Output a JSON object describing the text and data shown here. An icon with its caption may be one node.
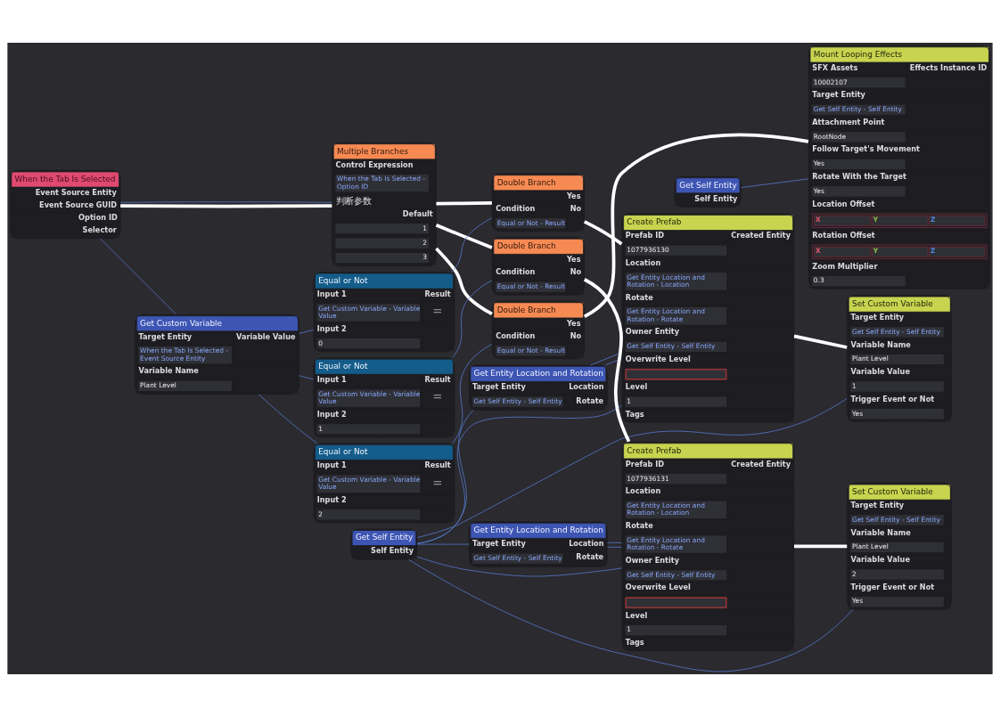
{
  "diagram": {
    "nodes": [
      {
        "text": [
          "When the Tab Is Selected",
          "Event Source Entity",
          "Event Source GUID",
          "Option ID",
          "Selector"
        ]
      },
      {
        "text": [
          "Multiple Branches",
          "Control Expression",
          "When the Tab Is Selected - Option ID",
          "判断参数",
          "Default",
          "1",
          "2",
          "3"
        ]
      },
      {
        "text": [
          "Double Branch",
          "Yes",
          "Condition",
          "No",
          "Equal or Not - Result"
        ]
      },
      {
        "text": [
          "Equal or Not",
          "Input 1",
          "Result",
          "Get Custom Variable - Variable Value",
          "=",
          "Input 2",
          "0"
        ]
      },
      {
        "text": [
          "Get Entity Location and Rotation",
          "Target Entity",
          "Location",
          "Get Self Entity - Self Entity",
          "Rotate"
        ]
      },
      {
        "text": [
          "Create Prefab",
          "Prefab ID",
          "Created Entity",
          "1077936130",
          "Location",
          "Get Entity Location and Rotation - Location",
          "Rotate",
          "Get Entity Location and Rotation - Rotate",
          "Owner Entity",
          "Get Self Entity - Self Entity",
          "Overwrite Level",
          "Level",
          "1",
          "Tags"
        ]
      },
      {
        "text": [
          "Get Self Entity",
          "Self Entity"
        ]
      },
      {
        "text": [
          "Set Custom Variable",
          "Target Entity",
          "Get Self Entity - Self Entity",
          "Variable Name",
          "Plant Level",
          "Variable Value",
          "1",
          "Trigger Event or Not",
          "Yes"
        ]
      },
      {
        "text": [
          "Get Custom Variable",
          "Target Entity",
          "Variable Value",
          "When the Tab Is Selected - Event Source Entity",
          "Variable Name",
          "Plant Level"
        ]
      },
      {
        "text": [
          "Double Branch",
          "Yes",
          "Condition",
          "No",
          "Equal or Not - Result"
        ]
      },
      {
        "text": [
          "Equal or Not",
          "Input 1",
          "Result",
          "Get Custom Variable - Variable Value",
          "=",
          "Input 2",
          "1"
        ]
      },
      {
        "text": [
          "Get Entity Location and Rotation",
          "Target Entity",
          "Location",
          "Get Self Entity - Self Entity",
          "Rotate"
        ]
      },
      {
        "text": [
          "Create Prefab",
          "Prefab ID",
          "Created Entity",
          "1077936131",
          "Location",
          "Get Entity Location and Rotation - Location",
          "Rotate",
          "Get Entity Location and Rotation - Rotate",
          "Owner Entity",
          "Get Self Entity - Self Entity",
          "Overwrite Level",
          "Level",
          "1",
          "Tags"
        ]
      },
      {
        "text": [
          "Set Custom Variable",
          "Target Entity",
          "Get Self Entity - Self Entity",
          "Variable Name",
          "Plant Level",
          "Variable Value",
          "2",
          "Trigger Event or Not",
          "Yes"
        ]
      },
      {
        "text": [
          "Double Branch",
          "Yes",
          "Condition",
          "No",
          "Equal or Not - Result"
        ]
      },
      {
        "text": [
          "Equal or Not",
          "Input 1",
          "Result",
          "Get Custom Variable - Variable Value",
          "=",
          "Input 2",
          "2"
        ]
      },
      {
        "text": [
          "Get Self Entity",
          "Self Entity"
        ]
      },
      {
        "text": [
          "Mount Looping Effects",
          "SFX Assets",
          "Effects Instance ID",
          "10002107",
          "Target Entity",
          "Get Self Entity - Self Entity",
          "Attachment Point",
          "RootNode",
          "Follow Target's Movement",
          "Yes",
          "Rotate With the Target",
          "Yes",
          "Location Offset",
          "X",
          "Y",
          "Z",
          "Rotation Offset",
          "X",
          "Y",
          "Z",
          "Zoom Multiplier",
          "0.3"
        ]
      }
    ],
    "edges": [
      {
        "from": 0,
        "to": 1,
        "arrow": "none",
        "style": "thick",
        "color": "#ffffff"
      },
      {
        "from": 0,
        "to": 1,
        "arrow": "none"
      },
      {
        "from": 0,
        "to": 8,
        "arrow": "none"
      },
      {
        "from": 1,
        "to": 2,
        "arrow": "none",
        "style": "thick",
        "color": "#ffffff"
      },
      {
        "from": 1,
        "to": 9,
        "arrow": "none",
        "style": "thick",
        "color": "#ffffff"
      },
      {
        "from": 1,
        "to": 14,
        "arrow": "none",
        "style": "thick",
        "color": "#ffffff"
      },
      {
        "from": 8,
        "to": 3,
        "arrow": "none"
      },
      {
        "from": 8,
        "to": 10,
        "arrow": "none"
      },
      {
        "from": 8,
        "to": 15,
        "arrow": "none"
      },
      {
        "from": 3,
        "to": 2,
        "arrow": "none"
      },
      {
        "from": 10,
        "to": 9,
        "arrow": "none"
      },
      {
        "from": 15,
        "to": 14,
        "arrow": "none"
      },
      {
        "from": 2,
        "to": 5,
        "arrow": "none",
        "style": "thick",
        "color": "#ffffff"
      },
      {
        "from": 6,
        "to": 4,
        "arrow": "none"
      },
      {
        "from": 4,
        "to": 5,
        "arrow": "none"
      },
      {
        "from": 4,
        "to": 5,
        "arrow": "none"
      },
      {
        "from": 6,
        "to": 5,
        "arrow": "none"
      },
      {
        "from": 5,
        "to": 7,
        "arrow": "none",
        "style": "thick",
        "color": "#ffffff"
      },
      {
        "from": 6,
        "to": 7,
        "arrow": "none"
      },
      {
        "from": 9,
        "to": 12,
        "arrow": "none",
        "style": "thick",
        "color": "#ffffff"
      },
      {
        "from": 6,
        "to": 11,
        "arrow": "none"
      },
      {
        "from": 11,
        "to": 12,
        "arrow": "none"
      },
      {
        "from": 11,
        "to": 12,
        "arrow": "none"
      },
      {
        "from": 6,
        "to": 12,
        "arrow": "none"
      },
      {
        "from": 12,
        "to": 13,
        "arrow": "none",
        "style": "thick",
        "color": "#ffffff"
      },
      {
        "from": 6,
        "to": 13,
        "arrow": "none"
      },
      {
        "from": 14,
        "to": 17,
        "arrow": "none",
        "style": "thick",
        "color": "#ffffff"
      },
      {
        "from": 16,
        "to": 17,
        "arrow": "none"
      }
    ]
  }
}
